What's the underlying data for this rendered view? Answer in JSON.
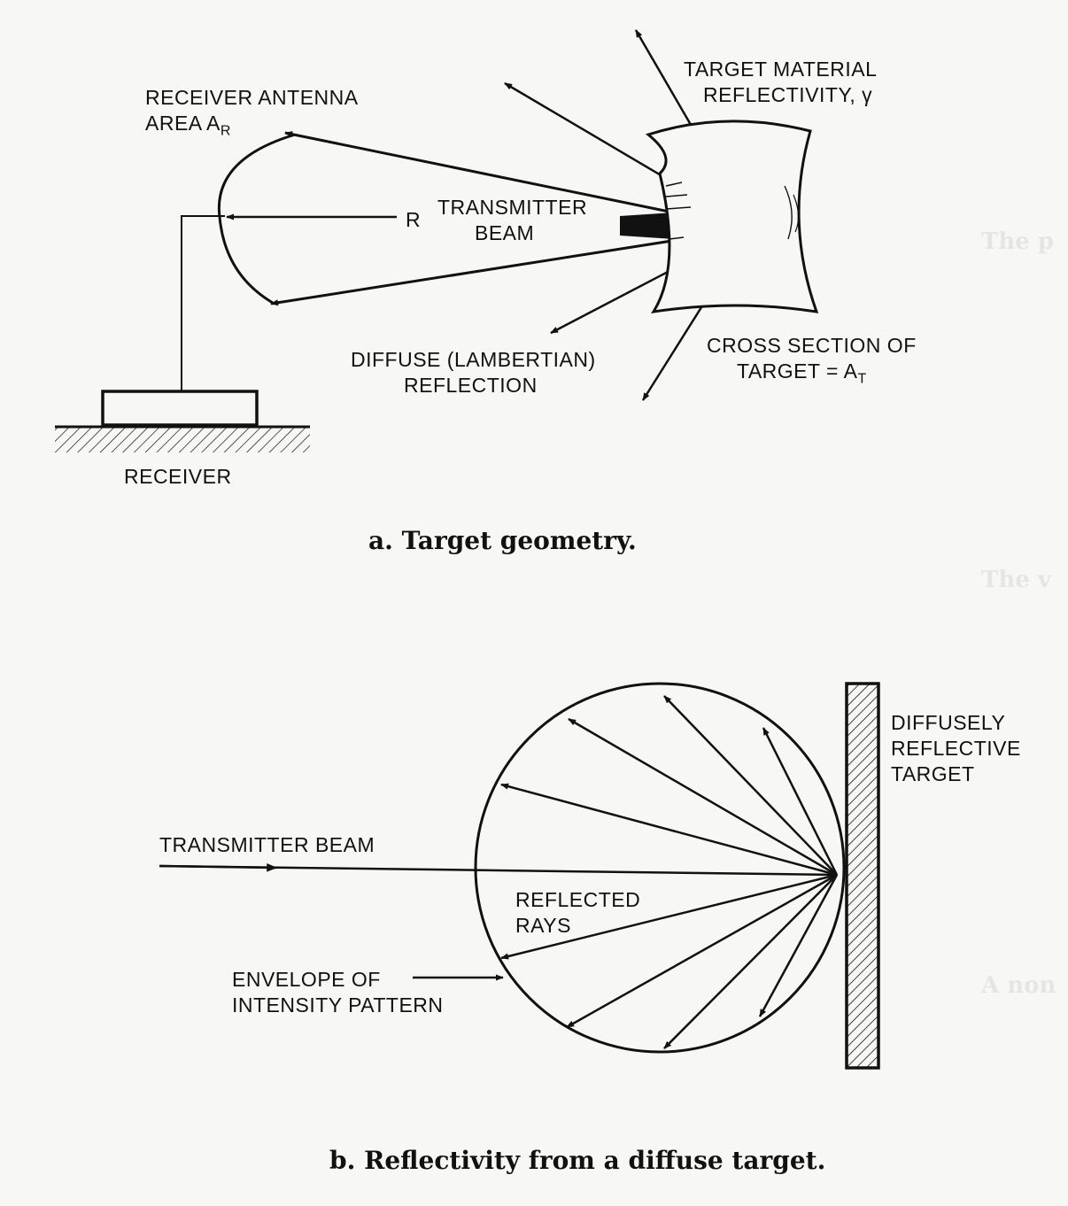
{
  "figure_a": {
    "receiver_antenna_line1": "RECEIVER ANTENNA",
    "receiver_antenna_line2": "AREA A",
    "receiver_antenna_sub": "R",
    "target_material_line1": "TARGET MATERIAL",
    "target_material_line2": "REFLECTIVITY, γ",
    "range_label": "R",
    "transmitter_line1": "TRANSMITTER",
    "transmitter_line2": "BEAM",
    "diffuse_line1": "DIFFUSE (LAMBERTIAN)",
    "diffuse_line2": "REFLECTION",
    "cross_section_line1": "CROSS SECTION OF",
    "cross_section_line2": "TARGET = A",
    "cross_section_sub": "T",
    "receiver_label": "RECEIVER",
    "caption": "a.  Target geometry."
  },
  "figure_b": {
    "diffusely_line1": "DIFFUSELY",
    "diffusely_line2": "REFLECTIVE",
    "diffusely_line3": "TARGET",
    "transmitter_beam": "TRANSMITTER BEAM",
    "reflected_line1": "REFLECTED",
    "reflected_line2": "RAYS",
    "envelope_line1": "ENVELOPE OF",
    "envelope_line2": "INTENSITY PATTERN",
    "caption": "b.  Reflectivity from a diffuse target."
  },
  "colors": {
    "ink": "#111111",
    "paper": "#f7f7f5"
  }
}
